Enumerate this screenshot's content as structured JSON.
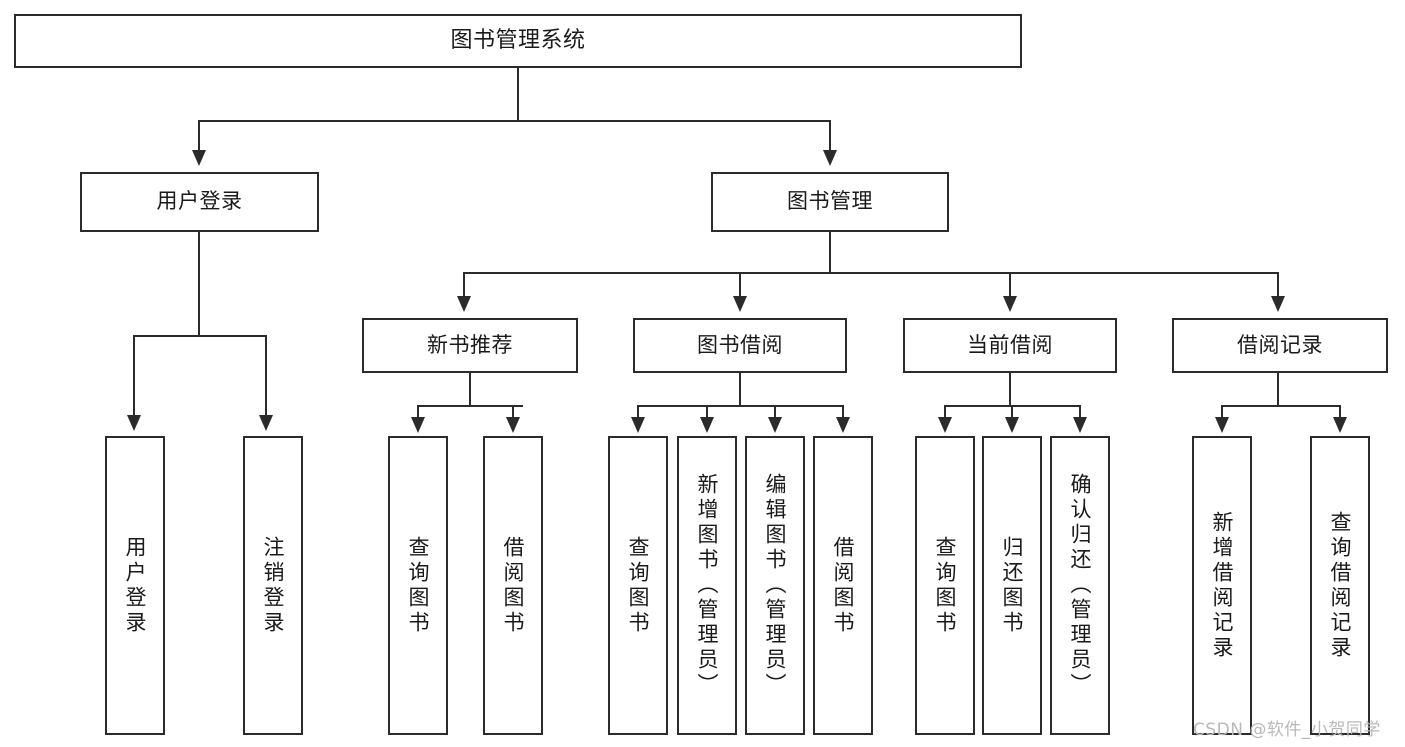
{
  "diagram": {
    "type": "tree-hierarchy-flowchart",
    "title_node": {
      "label": "图书管理系统"
    },
    "level2": [
      {
        "id": "user-login",
        "label": "用户登录"
      },
      {
        "id": "book-management",
        "label": "图书管理"
      }
    ],
    "level3": [
      {
        "id": "new-book-recommend",
        "label": "新书推荐"
      },
      {
        "id": "book-borrow",
        "label": "图书借阅"
      },
      {
        "id": "current-borrow",
        "label": "当前借阅"
      },
      {
        "id": "borrow-record",
        "label": "借阅记录"
      }
    ],
    "leaves": [
      {
        "id": "leaf-user-login",
        "label": "用户登录",
        "parent": "user-login"
      },
      {
        "id": "leaf-logout-login",
        "label": "注销登录",
        "parent": "user-login"
      },
      {
        "id": "leaf-query-book-1",
        "label": "查询图书",
        "parent": "new-book-recommend"
      },
      {
        "id": "leaf-borrow-book-1",
        "label": "借阅图书",
        "parent": "new-book-recommend"
      },
      {
        "id": "leaf-query-book-2",
        "label": "查询图书",
        "parent": "book-borrow"
      },
      {
        "id": "leaf-add-book",
        "label": "新增图书（管理员）",
        "parent": "book-borrow"
      },
      {
        "id": "leaf-edit-book",
        "label": "编辑图书（管理员）",
        "parent": "book-borrow"
      },
      {
        "id": "leaf-borrow-book-2",
        "label": "借阅图书",
        "parent": "book-borrow"
      },
      {
        "id": "leaf-query-book-3",
        "label": "查询图书",
        "parent": "current-borrow"
      },
      {
        "id": "leaf-return-book",
        "label": "归还图书",
        "parent": "current-borrow"
      },
      {
        "id": "leaf-confirm-return",
        "label": "确认归还（管理员）",
        "parent": "current-borrow"
      },
      {
        "id": "leaf-add-record",
        "label": "新增借阅记录",
        "parent": "borrow-record"
      },
      {
        "id": "leaf-query-record",
        "label": "查询借阅记录",
        "parent": "borrow-record"
      }
    ],
    "colors": {
      "stroke": "#2b2b2b",
      "background": "#ffffff",
      "text": "#1a1a1a",
      "watermark": "#b9b9b9"
    }
  },
  "watermark": {
    "text": "CSDN @软件_小贺同学"
  }
}
